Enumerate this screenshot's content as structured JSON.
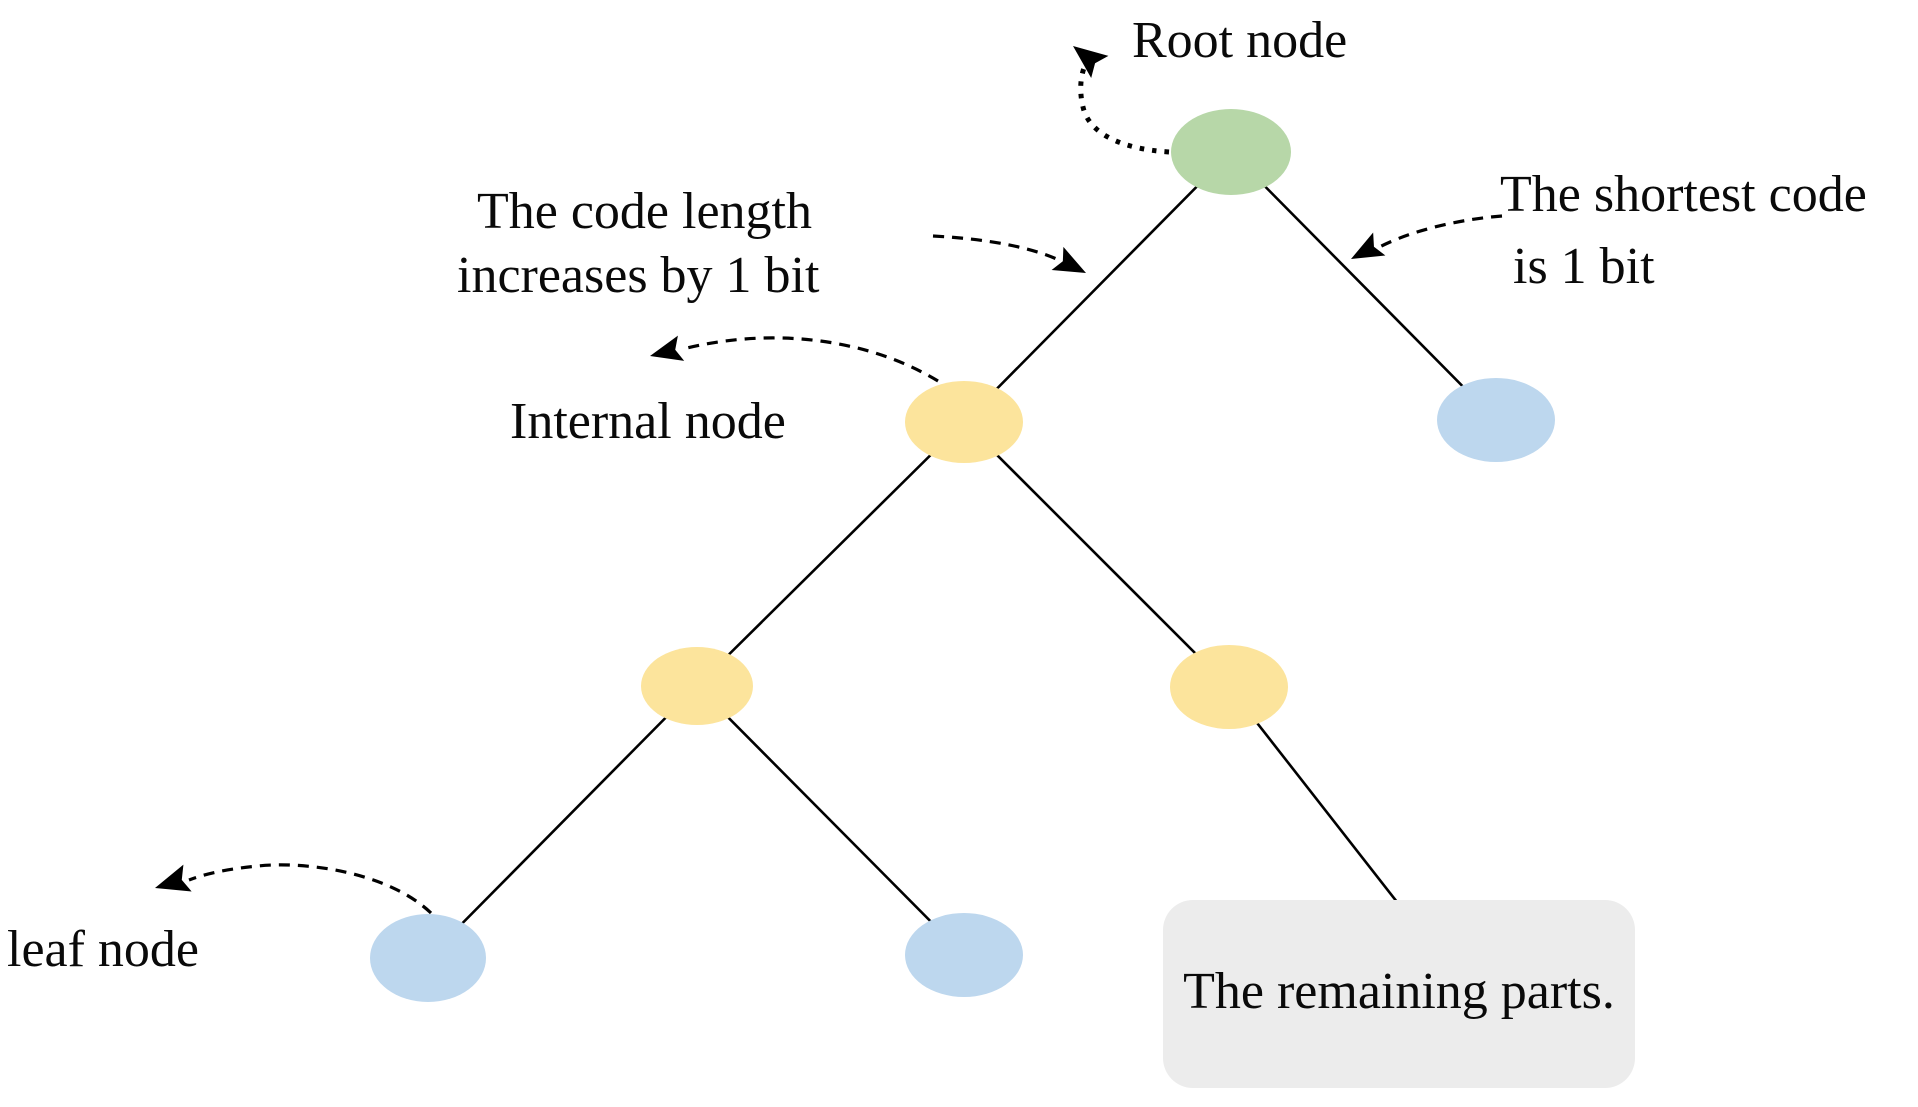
{
  "labels": {
    "root_node": "Root node",
    "code_length": {
      "line1": "The code length",
      "line2": "increases by 1 bit"
    },
    "shortest_code": {
      "line1": "The shortest code",
      "line2": "is 1 bit"
    },
    "internal_node": "Internal node",
    "leaf_node": "leaf node",
    "remaining_parts": "The remaining parts."
  },
  "colors": {
    "root_green": "#b7d7a8",
    "internal_yellow": "#fce49c",
    "leaf_blue": "#bdd7ee",
    "box_gray": "#ececec",
    "line_black": "#000000",
    "text_black": "#0a0a0a"
  },
  "icons": {
    "arrowheads": [
      "arrowhead-root-icon",
      "arrowhead-code-length-icon",
      "arrowhead-shortest-code-icon",
      "arrowhead-internal-icon",
      "arrowhead-leaf-icon"
    ]
  },
  "tree": {
    "type": "binary-tree",
    "nodes": [
      {
        "id": "root",
        "role": "root node",
        "fill_key": "root_green"
      },
      {
        "id": "internal-l2",
        "role": "internal node",
        "fill_key": "internal_yellow"
      },
      {
        "id": "leaf-right",
        "role": "leaf node (shortest code, 1 bit)",
        "fill_key": "leaf_blue"
      },
      {
        "id": "internal-l3-left",
        "role": "internal node",
        "fill_key": "internal_yellow"
      },
      {
        "id": "internal-l3-right",
        "role": "internal node",
        "fill_key": "internal_yellow"
      },
      {
        "id": "leaf-bottom-left",
        "role": "leaf node",
        "fill_key": "leaf_blue"
      },
      {
        "id": "leaf-bottom-mid",
        "role": "leaf node",
        "fill_key": "leaf_blue"
      }
    ],
    "edges": [
      [
        "root",
        "internal-l2"
      ],
      [
        "root",
        "leaf-right"
      ],
      [
        "internal-l2",
        "internal-l3-left"
      ],
      [
        "internal-l2",
        "internal-l3-right"
      ],
      [
        "internal-l3-left",
        "leaf-bottom-left"
      ],
      [
        "internal-l3-left",
        "leaf-bottom-mid"
      ],
      [
        "internal-l3-right",
        "remaining-parts-box"
      ]
    ]
  }
}
